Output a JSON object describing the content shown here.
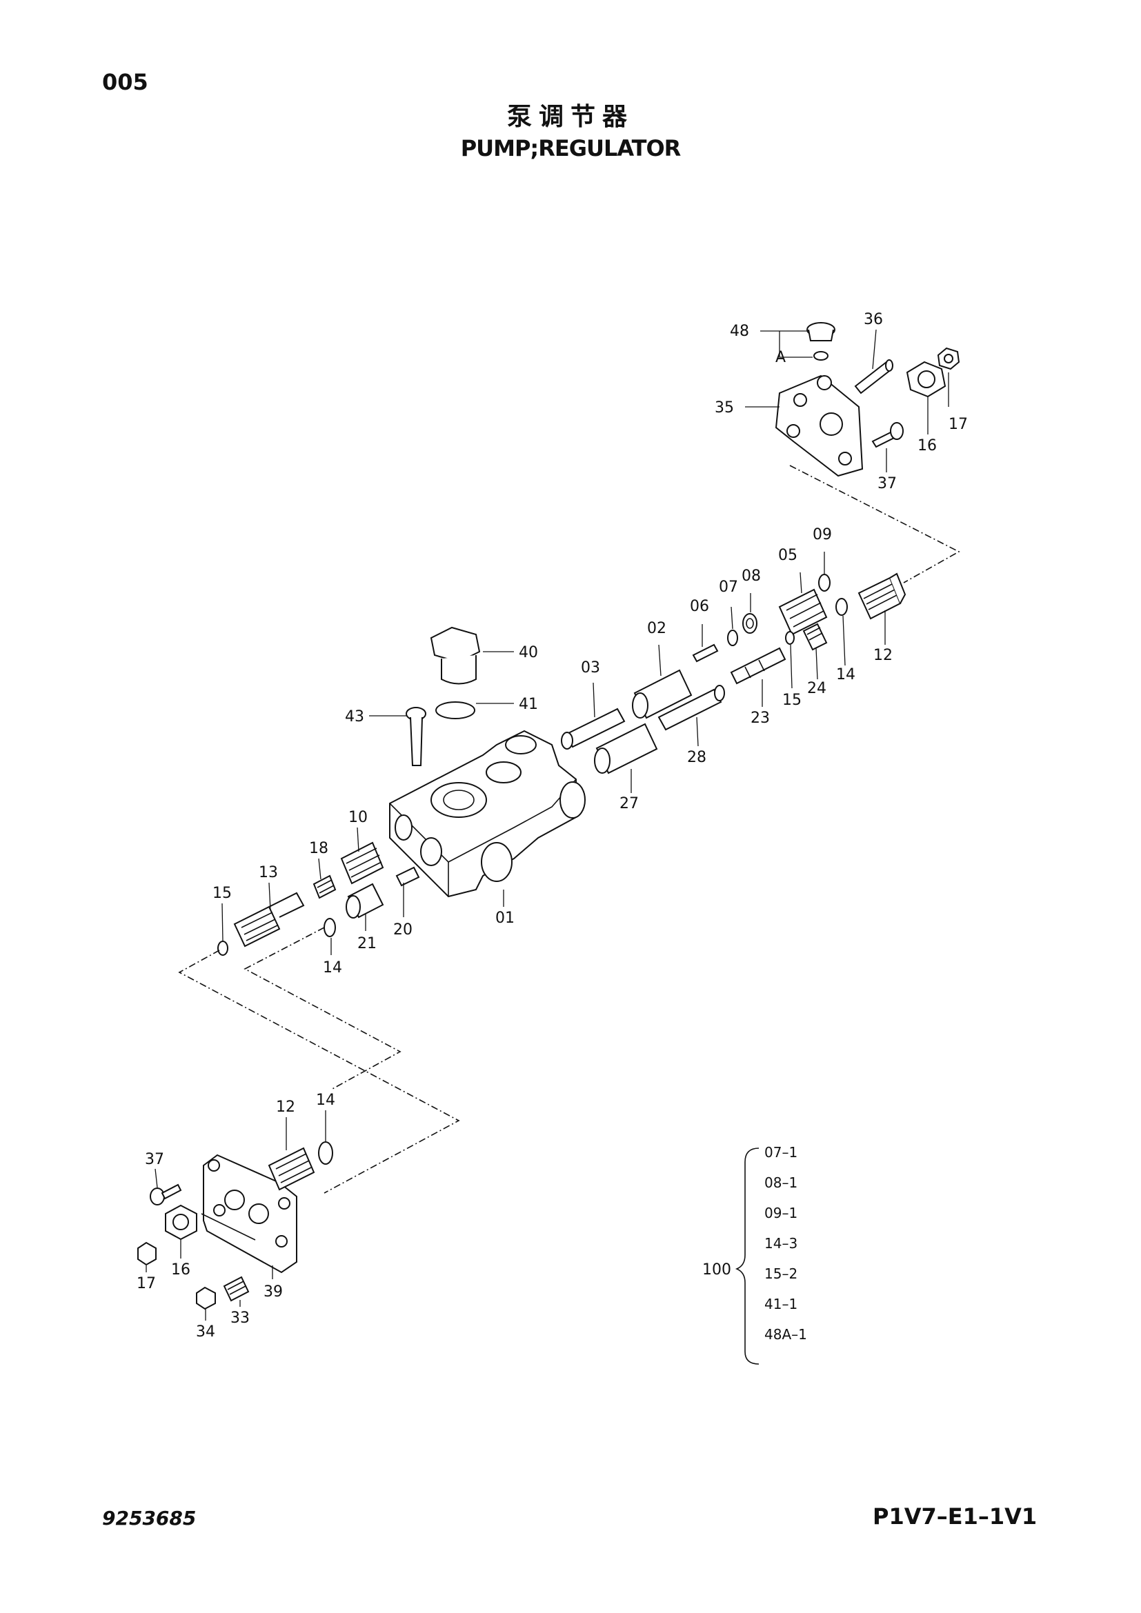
{
  "header": {
    "page_no": "005",
    "title_cn": "泵调节器",
    "title_en": "PUMP;REGULATOR"
  },
  "footer": {
    "doc_no": "9253685",
    "model_no": "P1V7–E1–1V1"
  },
  "callouts": {
    "c48": "48",
    "c36": "36",
    "cA": "A",
    "c35": "35",
    "c17a": "17",
    "c16a": "16",
    "c37a": "37",
    "c09": "09",
    "c05": "05",
    "c08": "08",
    "c07": "07",
    "c06": "06",
    "c02": "02",
    "c03": "03",
    "c12a": "12",
    "c14a": "14",
    "c24": "24",
    "c15a": "15",
    "c23": "23",
    "c28": "28",
    "c27": "27",
    "c40": "40",
    "c41": "41",
    "c43": "43",
    "c10": "10",
    "c18": "18",
    "c13": "13",
    "c15b": "15",
    "c14b": "14",
    "c21": "21",
    "c20": "20",
    "c01": "01",
    "c14c": "14",
    "c12b": "12",
    "c37b": "37",
    "c16b": "16",
    "c17b": "17",
    "c39": "39",
    "c33": "33",
    "c34": "34"
  },
  "kit": {
    "label": "100",
    "items": [
      "07–1",
      "08–1",
      "09–1",
      "14–3",
      "15–2",
      "41–1",
      "48A–1"
    ]
  }
}
